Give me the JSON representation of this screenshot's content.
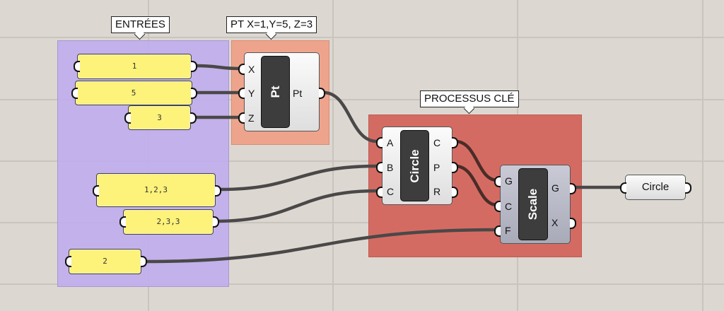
{
  "groups": {
    "inputs": {
      "label": "ENTRÉES",
      "color": "#c3b5ea"
    },
    "point": {
      "label": "PT X=1,Y=5, Z=3",
      "color": "#eea48c"
    },
    "key_process": {
      "label": "PROCESSUS CLÉ",
      "color": "#d46b62"
    }
  },
  "panels": [
    {
      "value": "1"
    },
    {
      "value": "5"
    },
    {
      "value": "3"
    },
    {
      "value": "1,2,3"
    },
    {
      "value": "2,3,3"
    },
    {
      "value": "2"
    }
  ],
  "components": {
    "pt": {
      "name": "Pt",
      "inputs": [
        "X",
        "Y",
        "Z"
      ],
      "outputs": [
        "Pt"
      ]
    },
    "circle": {
      "name": "Circle",
      "inputs": [
        "A",
        "B",
        "C"
      ],
      "outputs": [
        "C",
        "P",
        "R"
      ]
    },
    "scale": {
      "name": "Scale",
      "inputs": [
        "G",
        "C",
        "F"
      ],
      "outputs": [
        "G",
        "X"
      ]
    }
  },
  "output_param": {
    "label": "Circle"
  },
  "connections": [
    {
      "from": "panel-1",
      "to": "pt.X"
    },
    {
      "from": "panel-5",
      "to": "pt.Y"
    },
    {
      "from": "panel-3",
      "to": "pt.Z"
    },
    {
      "from": "pt.Pt",
      "to": "circle.A"
    },
    {
      "from": "panel-1,2,3",
      "to": "circle.B"
    },
    {
      "from": "panel-2,3,3",
      "to": "circle.C"
    },
    {
      "from": "circle.C",
      "to": "scale.G"
    },
    {
      "from": "circle.P",
      "to": "scale.C"
    },
    {
      "from": "panel-2",
      "to": "scale.F"
    },
    {
      "from": "scale.G",
      "to": "output.Circle"
    }
  ]
}
